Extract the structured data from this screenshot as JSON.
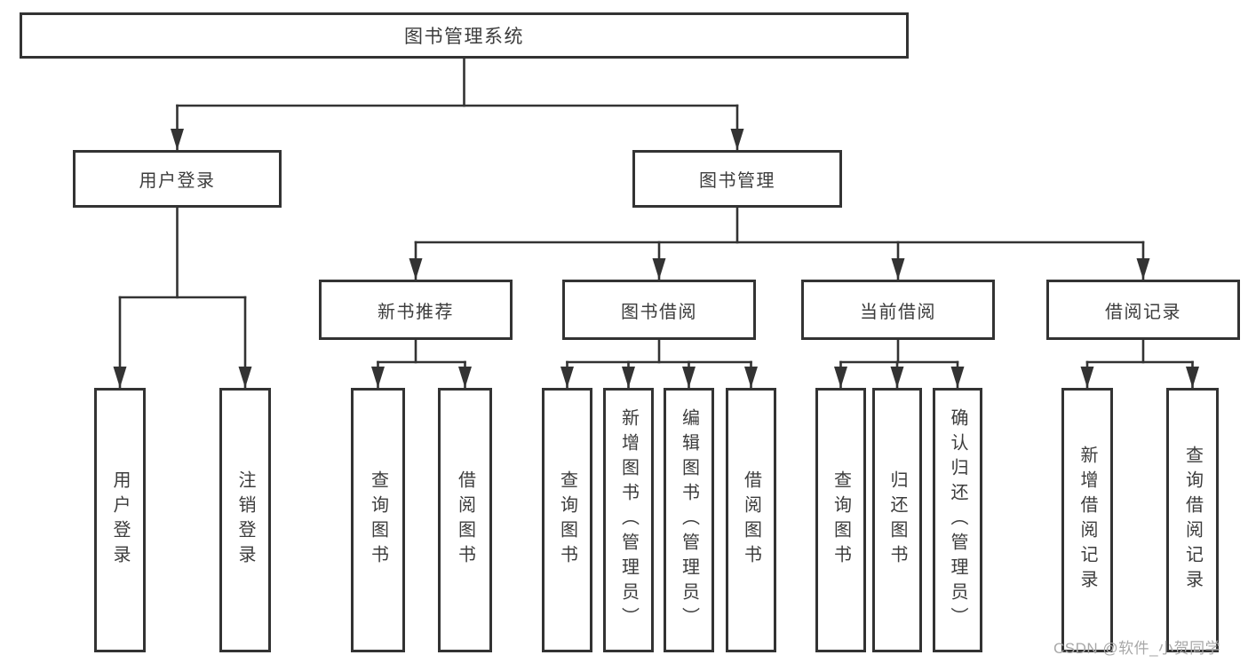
{
  "tree": {
    "root": {
      "label": "图书管理系统"
    },
    "user_login": {
      "label": "用户登录",
      "children": [
        {
          "label": "用户登录"
        },
        {
          "label": "注销登录"
        }
      ]
    },
    "book_management": {
      "label": "图书管理",
      "children": [
        {
          "label": "新书推荐",
          "children": [
            {
              "label": "查询图书"
            },
            {
              "label": "借阅图书"
            }
          ]
        },
        {
          "label": "图书借阅",
          "children": [
            {
              "label": "查询图书"
            },
            {
              "label": "新增图书（管理员）"
            },
            {
              "label": "编辑图书（管理员）"
            },
            {
              "label": "借阅图书"
            }
          ]
        },
        {
          "label": "当前借阅",
          "children": [
            {
              "label": "查询图书"
            },
            {
              "label": "归还图书"
            },
            {
              "label": "确认归还（管理员）"
            }
          ]
        },
        {
          "label": "借阅记录",
          "children": [
            {
              "label": "新增借阅记录"
            },
            {
              "label": "查询借阅记录"
            }
          ]
        }
      ]
    }
  },
  "watermark": {
    "text": "CSDN @软件_小贺同学"
  },
  "colors": {
    "line": "#333333",
    "box_border": "#333333",
    "text": "#3c3c3c",
    "background": "#ffffff",
    "watermark": "#a8a8a8"
  }
}
